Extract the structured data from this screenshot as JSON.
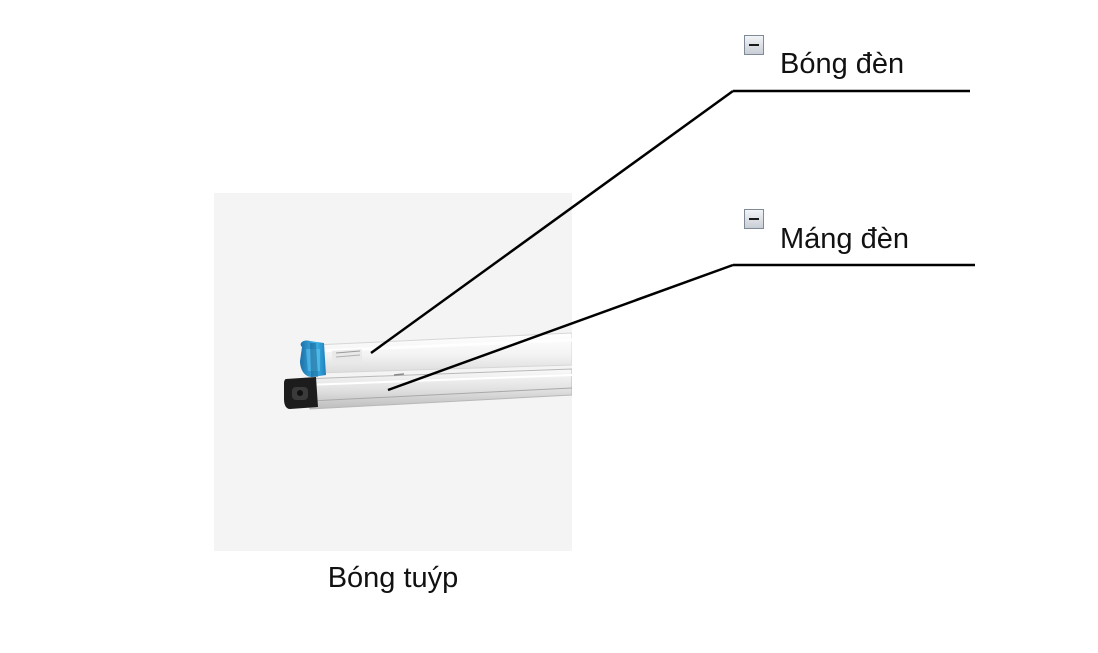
{
  "diagram": {
    "image_caption": "Bóng tuýp",
    "callouts": [
      {
        "label": "Bóng đèn",
        "toggle_icon": "minus-collapse-icon"
      },
      {
        "label": "Máng đèn",
        "toggle_icon": "minus-collapse-icon"
      }
    ],
    "colors": {
      "line": "#000000",
      "photo_background": "#f4f4f4",
      "tube_end_cap": "#2f9fd8"
    }
  }
}
